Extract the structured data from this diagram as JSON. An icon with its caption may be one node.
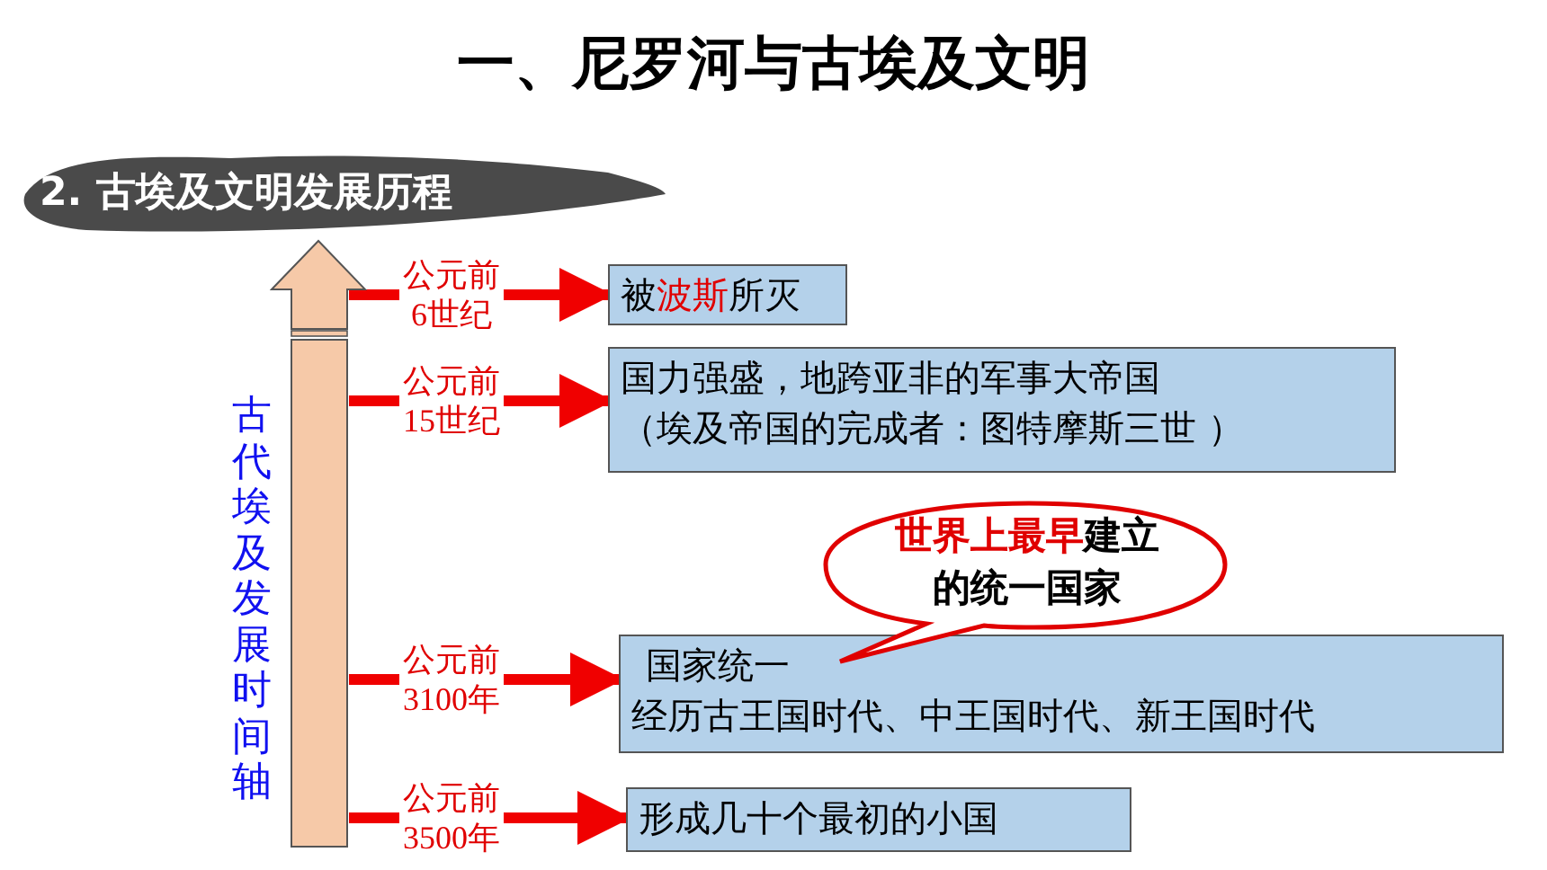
{
  "diagram": {
    "title": "一、尼罗河与古埃及文明",
    "nodes": [
      {
        "text": [],
        "shape": "bar",
        "beside": [
          "古代埃及发展时间轴"
        ]
      },
      {
        "text": [
          "被**波斯**所灭"
        ]
      },
      {
        "text": [
          "国力强盛，地跨亚非的军事大帝国",
          "（埃及帝国的完成者：图特摩斯三世 ）"
        ]
      },
      {
        "text": [
          "国家统一",
          "经历古王国时代、中王国时代、新王国时代"
        ]
      },
      {
        "text": [
          "形成几十个最初的小国"
        ]
      },
      {
        "text": [
          "**世界上最早**建立的统一国家"
        ]
      }
    ],
    "edges": [
      {
        "from": 0,
        "to": 1,
        "arrow": "to",
        "label": "公元前6世纪"
      },
      {
        "from": 0,
        "to": 2,
        "arrow": "to",
        "label": "公元前15世纪"
      },
      {
        "from": 0,
        "to": 3,
        "arrow": "to",
        "label": "公元前3100年"
      },
      {
        "from": 0,
        "to": 4,
        "arrow": "to",
        "label": "公元前3500年"
      }
    ],
    "labels": [
      "2. 古埃及文明发展历程"
    ]
  }
}
